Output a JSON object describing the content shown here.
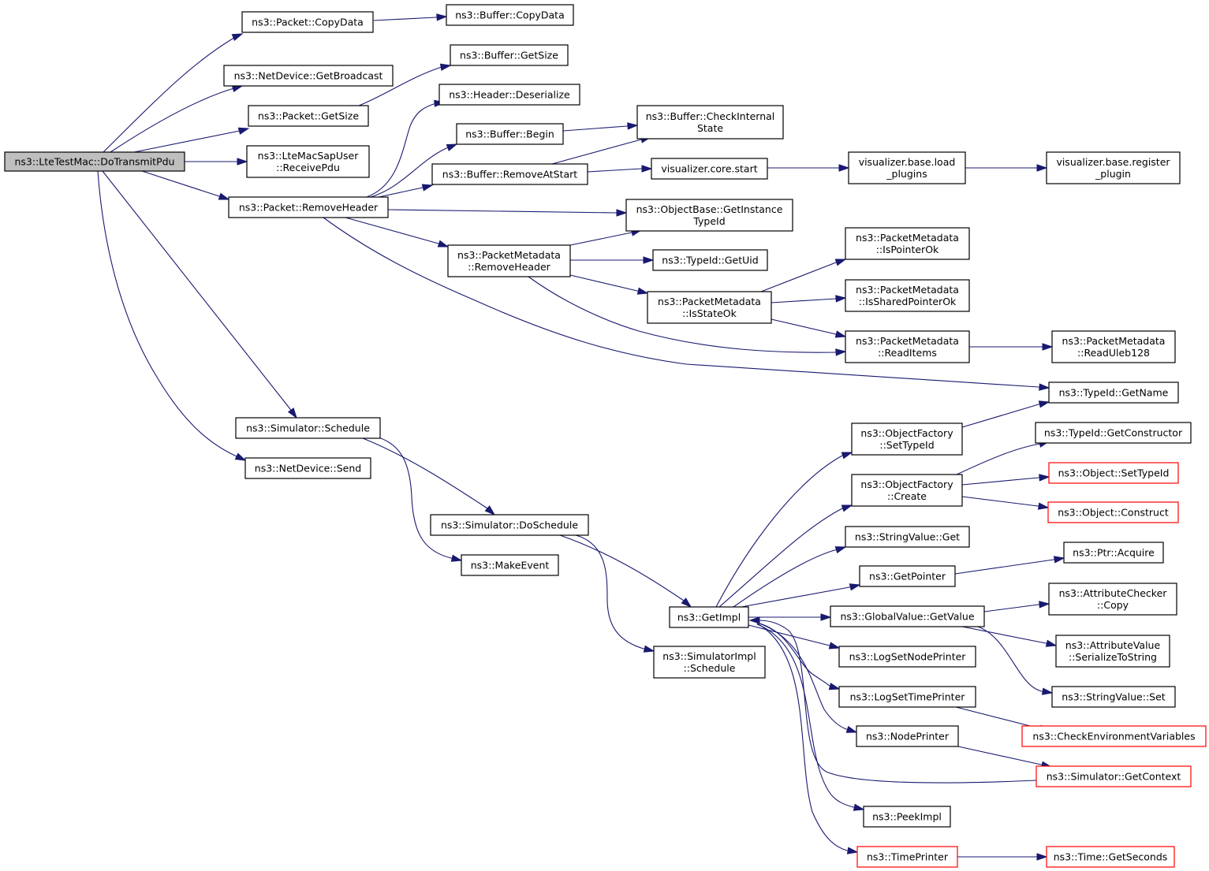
{
  "graph": {
    "edge_color": "#191970",
    "root_fill": "#bfbfbf",
    "missing_border_color": "#ff0000",
    "nodes": [
      {
        "id": "root",
        "lines": [
          "ns3::LteTestMac::DoTransmitPdu"
        ],
        "root": true
      },
      {
        "id": "pkt_copydata",
        "lines": [
          "ns3::Packet::CopyData"
        ]
      },
      {
        "id": "buf_copydata",
        "lines": [
          "ns3::Buffer::CopyData"
        ]
      },
      {
        "id": "nd_getbroadcast",
        "lines": [
          "ns3::NetDevice::GetBroadcast"
        ]
      },
      {
        "id": "buf_getsize",
        "lines": [
          "ns3::Buffer::GetSize"
        ]
      },
      {
        "id": "pkt_getsize",
        "lines": [
          "ns3::Packet::GetSize"
        ]
      },
      {
        "id": "hdr_deserialize",
        "lines": [
          "ns3::Header::Deserialize"
        ]
      },
      {
        "id": "buf_checkinternal",
        "lines": [
          "ns3::Buffer::CheckInternal",
          "State"
        ]
      },
      {
        "id": "buf_begin",
        "lines": [
          "ns3::Buffer::Begin"
        ]
      },
      {
        "id": "ltemacsap",
        "lines": [
          "ns3::LteMacSapUser",
          "::ReceivePdu"
        ]
      },
      {
        "id": "buf_removeatstart",
        "lines": [
          "ns3::Buffer::RemoveAtStart"
        ]
      },
      {
        "id": "vis_core_start",
        "lines": [
          "visualizer.core.start"
        ]
      },
      {
        "id": "vis_load_plugins",
        "lines": [
          "visualizer.base.load",
          "_plugins"
        ]
      },
      {
        "id": "vis_register_plugin",
        "lines": [
          "visualizer.base.register",
          "_plugin"
        ]
      },
      {
        "id": "pkt_removeheader",
        "lines": [
          "ns3::Packet::RemoveHeader"
        ]
      },
      {
        "id": "objbase_getinstance",
        "lines": [
          "ns3::ObjectBase::GetInstance",
          "TypeId"
        ]
      },
      {
        "id": "pm_ispointerok",
        "lines": [
          "ns3::PacketMetadata",
          "::IsPointerOk"
        ]
      },
      {
        "id": "pm_removeheader",
        "lines": [
          "ns3::PacketMetadata",
          "::RemoveHeader"
        ]
      },
      {
        "id": "typeid_getuid",
        "lines": [
          "ns3::TypeId::GetUid"
        ]
      },
      {
        "id": "pm_issharedpointerok",
        "lines": [
          "ns3::PacketMetadata",
          "::IsSharedPointerOk"
        ]
      },
      {
        "id": "pm_isstateok",
        "lines": [
          "ns3::PacketMetadata",
          "::IsStateOk"
        ]
      },
      {
        "id": "pm_readitems",
        "lines": [
          "ns3::PacketMetadata",
          "::ReadItems"
        ]
      },
      {
        "id": "pm_readuleb128",
        "lines": [
          "ns3::PacketMetadata",
          "::ReadUleb128"
        ]
      },
      {
        "id": "typeid_getname",
        "lines": [
          "ns3::TypeId::GetName"
        ]
      },
      {
        "id": "sim_schedule",
        "lines": [
          "ns3::Simulator::Schedule"
        ]
      },
      {
        "id": "of_settypeid",
        "lines": [
          "ns3::ObjectFactory",
          "::SetTypeId"
        ]
      },
      {
        "id": "typeid_getconstructor",
        "lines": [
          "ns3::TypeId::GetConstructor"
        ]
      },
      {
        "id": "nd_send",
        "lines": [
          "ns3::NetDevice::Send"
        ]
      },
      {
        "id": "obj_settypeid",
        "lines": [
          "ns3::Object::SetTypeId"
        ],
        "red": true
      },
      {
        "id": "of_create",
        "lines": [
          "ns3::ObjectFactory",
          "::Create"
        ]
      },
      {
        "id": "obj_construct",
        "lines": [
          "ns3::Object::Construct"
        ],
        "red": true
      },
      {
        "id": "sim_doschedule",
        "lines": [
          "ns3::Simulator::DoSchedule"
        ]
      },
      {
        "id": "sv_get",
        "lines": [
          "ns3::StringValue::Get"
        ]
      },
      {
        "id": "ptr_acquire",
        "lines": [
          "ns3::Ptr::Acquire"
        ]
      },
      {
        "id": "makeevent",
        "lines": [
          "ns3::MakeEvent"
        ]
      },
      {
        "id": "getpointer",
        "lines": [
          "ns3::GetPointer"
        ]
      },
      {
        "id": "attrchecker_copy",
        "lines": [
          "ns3::AttributeChecker",
          "::Copy"
        ]
      },
      {
        "id": "getimpl",
        "lines": [
          "ns3::GetImpl"
        ]
      },
      {
        "id": "gv_getvalue",
        "lines": [
          "ns3::GlobalValue::GetValue"
        ]
      },
      {
        "id": "attrvalue_serialize",
        "lines": [
          "ns3::AttributeValue",
          "::SerializeToString"
        ]
      },
      {
        "id": "simimpl_schedule",
        "lines": [
          "ns3::SimulatorImpl",
          "::Schedule"
        ]
      },
      {
        "id": "logsetnodeprinter",
        "lines": [
          "ns3::LogSetNodePrinter"
        ]
      },
      {
        "id": "logsettimeprinter",
        "lines": [
          "ns3::LogSetTimePrinter"
        ]
      },
      {
        "id": "sv_set",
        "lines": [
          "ns3::StringValue::Set"
        ]
      },
      {
        "id": "nodeprinter",
        "lines": [
          "ns3::NodePrinter"
        ]
      },
      {
        "id": "checkenv",
        "lines": [
          "ns3::CheckEnvironmentVariables"
        ],
        "red": true
      },
      {
        "id": "sim_getcontext",
        "lines": [
          "ns3::Simulator::GetContext"
        ],
        "red": true
      },
      {
        "id": "peekimpl",
        "lines": [
          "ns3::PeekImpl"
        ]
      },
      {
        "id": "timeprinter",
        "lines": [
          "ns3::TimePrinter"
        ],
        "red": true
      },
      {
        "id": "time_getseconds",
        "lines": [
          "ns3::Time::GetSeconds"
        ],
        "red": true
      }
    ]
  }
}
